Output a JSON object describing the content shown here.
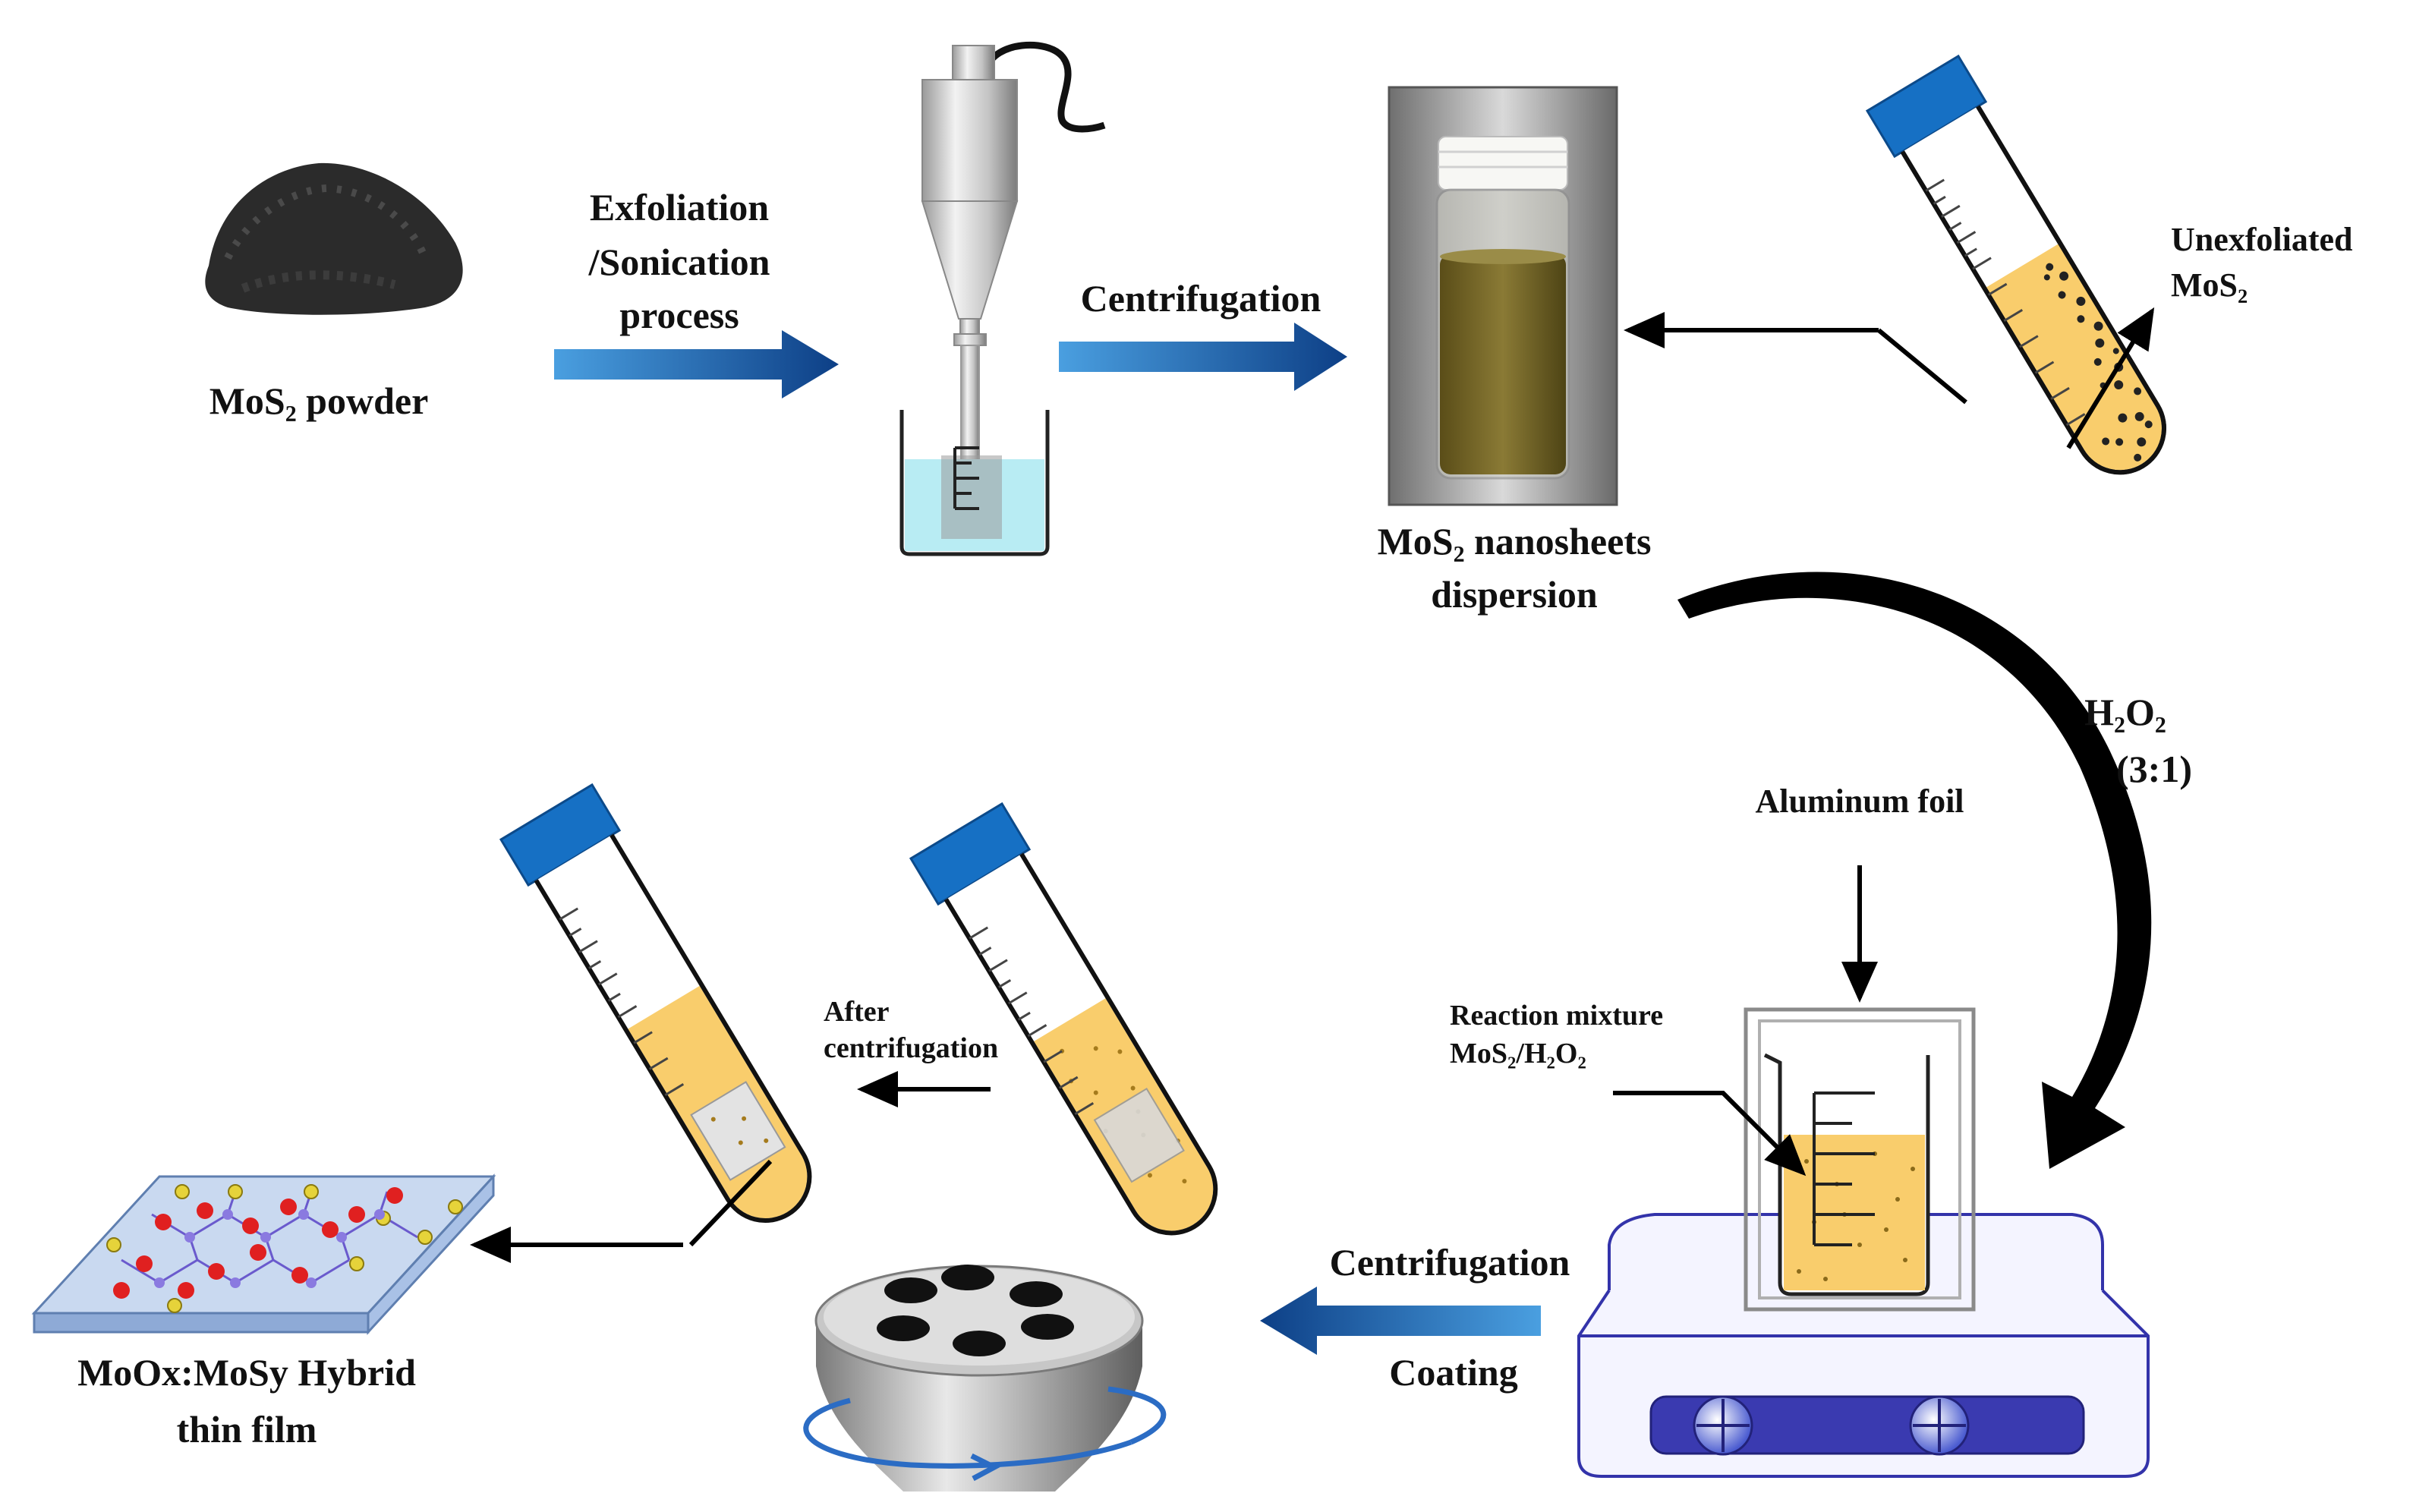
{
  "labels": {
    "mos2_powder": "MoS₂ powder",
    "exfoliation_line1": "Exfoliation",
    "exfoliation_line2": "/Sonication",
    "exfoliation_line3": "process",
    "centrifugation_top": "Centrifugation",
    "nanosheets_line1": "MoS₂ nanosheets",
    "nanosheets_line2": "dispersion",
    "unexfoliated_line1": "Unexfoliated",
    "unexfoliated_line2": "MoS₂",
    "h2o2": "H₂O₂",
    "ratio": "(3:1)",
    "aluminum_foil": "Aluminum foil",
    "reaction_line1": "Reaction mixture",
    "reaction_line2": "MoS₂/H₂O₂",
    "centrifugation_bottom": "Centrifugation",
    "coating": "Coating",
    "after_line1": "After",
    "after_line2": "centrifugation",
    "hybrid_line1": "MoOx:MoSy Hybrid",
    "hybrid_line2": "thin film"
  },
  "colors": {
    "arrow_blue_light": "#4a9fe0",
    "arrow_blue_dark": "#0d3f86",
    "tube_cap": "#1670c4",
    "liquid_yellow": "#f9cd6c",
    "dispersion_brown": "#7a6a2a",
    "hotplate_blue": "#3333aa",
    "water_cyan": "#b8ecf3",
    "film_blue": "#c9d9f0",
    "atom_red": "#e02020",
    "atom_yellow": "#e6d33a",
    "atom_purple": "#6a5acd"
  }
}
